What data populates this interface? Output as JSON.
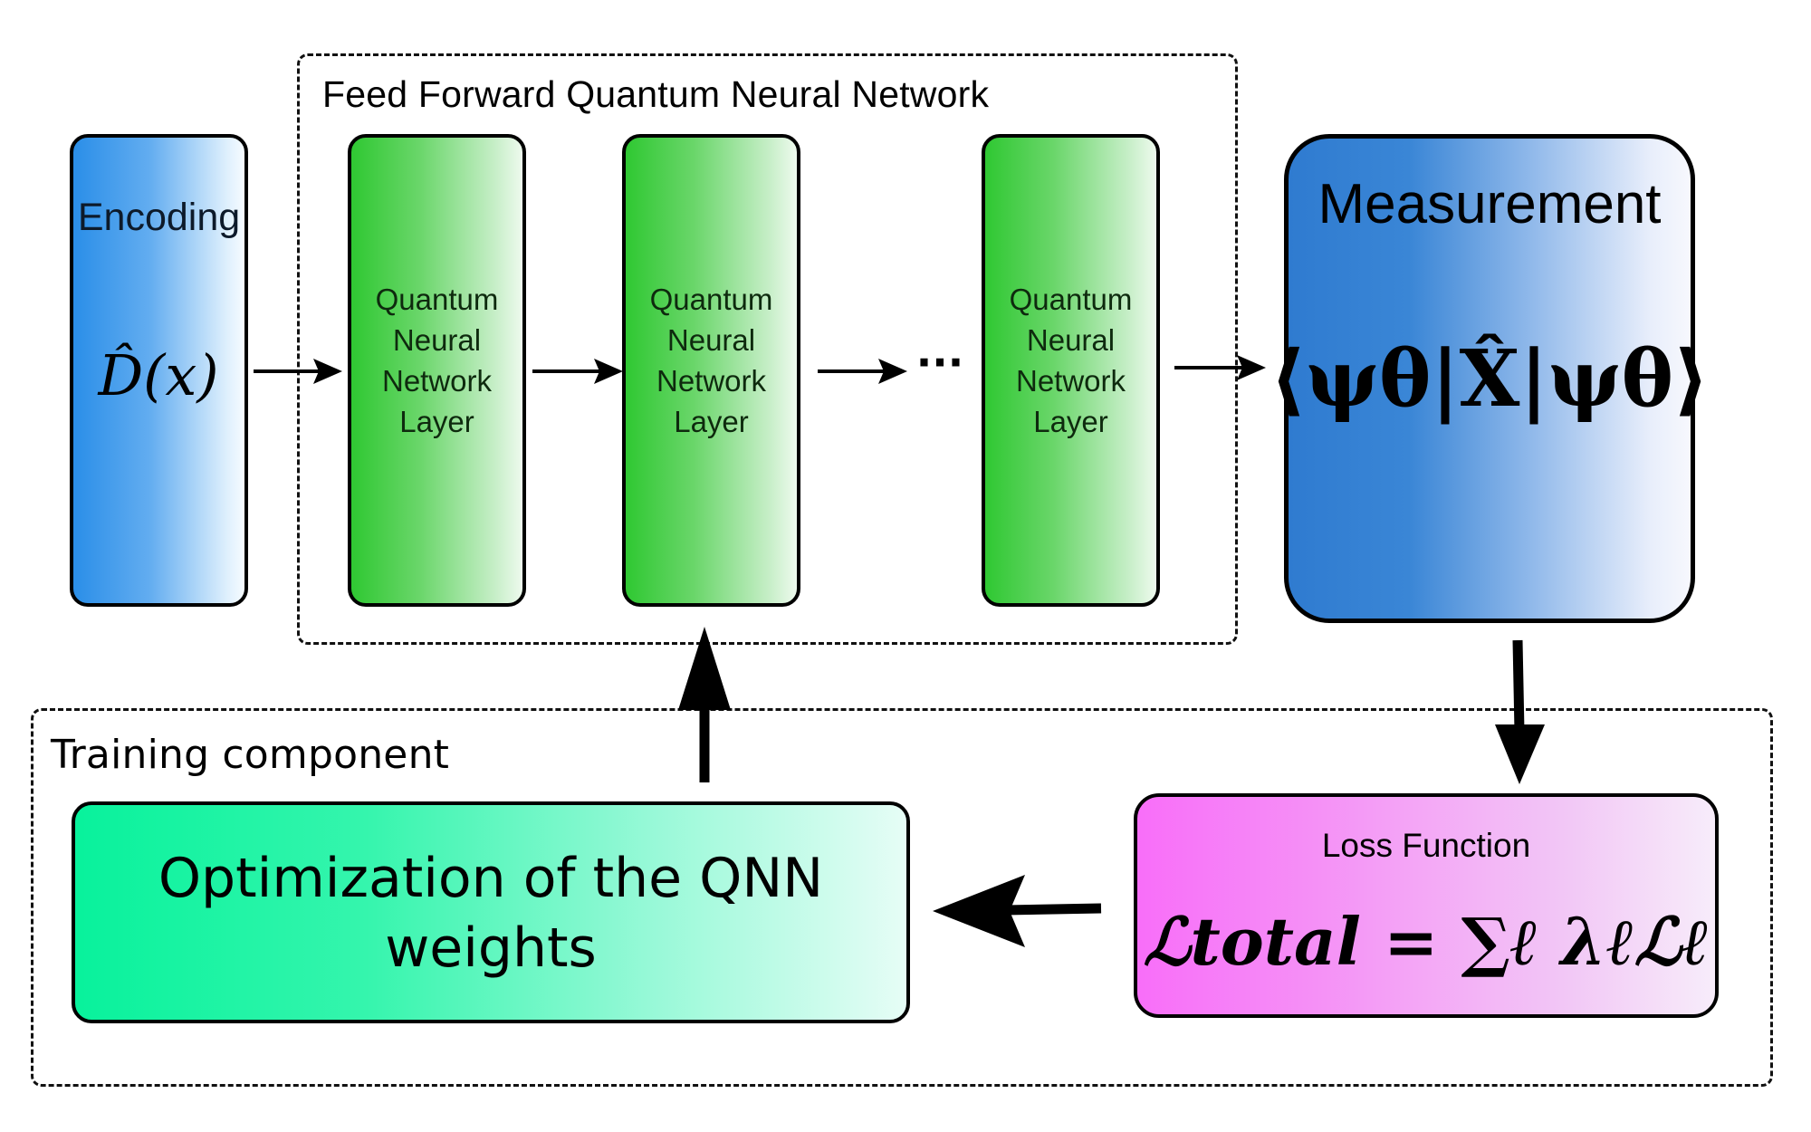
{
  "groups": {
    "ffqnn_title": "Feed Forward Quantum Neural Network",
    "training_title": "Training component"
  },
  "encoding": {
    "label": "Encoding",
    "formula": "D̂(x)"
  },
  "qnn_layers": [
    {
      "lines": [
        "Quantum",
        "Neural",
        "Network",
        "Layer"
      ]
    },
    {
      "lines": [
        "Quantum",
        "Neural",
        "Network",
        "Layer"
      ]
    },
    {
      "lines": [
        "Quantum",
        "Neural",
        "Network",
        "Layer"
      ]
    }
  ],
  "ellipsis": "···",
  "measurement": {
    "title": "Measurement",
    "formula": "⟨ψθ|X̂|ψθ⟩"
  },
  "loss": {
    "title": "Loss Function",
    "formula": "ℒtotal = ∑ℓ λℓℒℓ"
  },
  "optimization": {
    "lines": [
      "Optimization of the QNN",
      "weights"
    ]
  },
  "colors": {
    "encoding_fill": "#2a8ee8",
    "qnn_fill": "#2fc832",
    "measurement_fill": "#2f7bd0",
    "loss_fill": "#f86ef9",
    "optimization_fill": "#08f29c",
    "stroke": "#000000"
  }
}
